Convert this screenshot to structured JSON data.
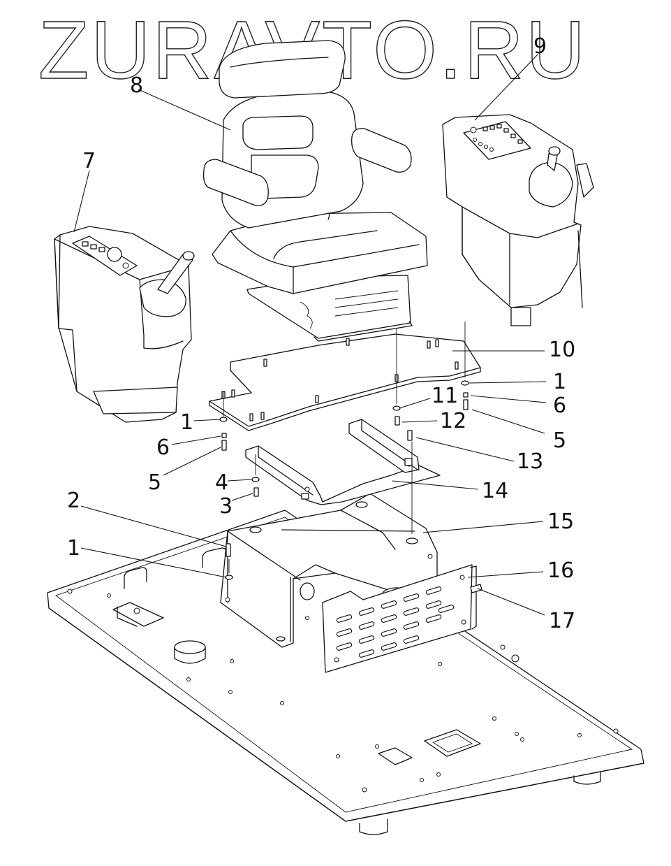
{
  "watermark": "ZURAVTO.RU",
  "callouts": [
    {
      "id": "c1a",
      "label": "1"
    },
    {
      "id": "c1b",
      "label": "1"
    },
    {
      "id": "c1c",
      "label": "1"
    },
    {
      "id": "c2",
      "label": "2"
    },
    {
      "id": "c3",
      "label": "3"
    },
    {
      "id": "c4",
      "label": "4"
    },
    {
      "id": "c5a",
      "label": "5"
    },
    {
      "id": "c5b",
      "label": "5"
    },
    {
      "id": "c6a",
      "label": "6"
    },
    {
      "id": "c6b",
      "label": "6"
    },
    {
      "id": "c7",
      "label": "7"
    },
    {
      "id": "c8",
      "label": "8"
    },
    {
      "id": "c9",
      "label": "9"
    },
    {
      "id": "c10",
      "label": "10"
    },
    {
      "id": "c11",
      "label": "11"
    },
    {
      "id": "c12",
      "label": "12"
    },
    {
      "id": "c13",
      "label": "13"
    },
    {
      "id": "c14",
      "label": "14"
    },
    {
      "id": "c15",
      "label": "15"
    },
    {
      "id": "c16",
      "label": "16"
    },
    {
      "id": "c17",
      "label": "17"
    }
  ]
}
